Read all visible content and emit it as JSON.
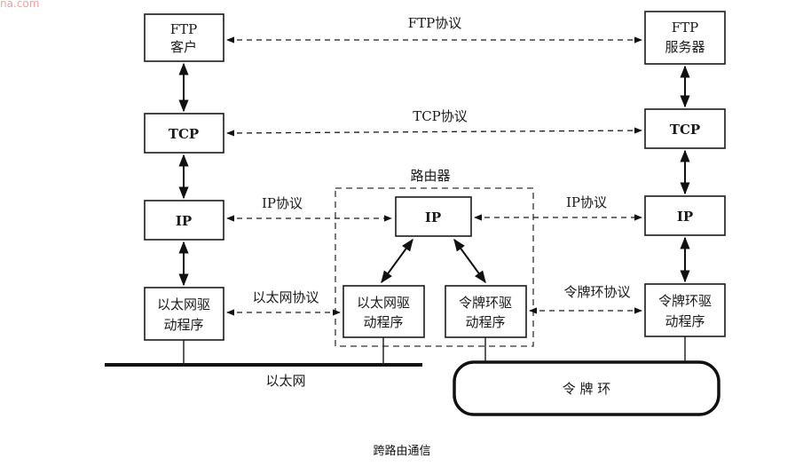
{
  "watermark": "na.com",
  "left_host": {
    "ftp_line1": "FTP",
    "ftp_line2": "客户",
    "tcp": "TCP",
    "ip": "IP",
    "driver_line1": "以太网驱",
    "driver_line2": "动程序"
  },
  "right_host": {
    "ftp_line1": "FTP",
    "ftp_line2": "服务器",
    "tcp": "TCP",
    "ip": "IP",
    "driver_line1": "令牌环驱",
    "driver_line2": "动程序"
  },
  "router": {
    "title": "路由器",
    "ip": "IP",
    "eth_line1": "以太网驱",
    "eth_line2": "动程序",
    "token_line1": "令牌环驱",
    "token_line2": "动程序"
  },
  "protocols": {
    "ftp": "FTP协议",
    "tcp": "TCP协议",
    "ip_left": "IP协议",
    "ip_right": "IP协议",
    "ethernet": "以太网协议",
    "token_ring": "令牌环协议"
  },
  "networks": {
    "ethernet": "以太网",
    "token_ring": "令 牌 环"
  },
  "caption": "跨路由通信",
  "colors": {
    "ink": "#1a1a1a",
    "watermark": "#f0a0a0"
  }
}
